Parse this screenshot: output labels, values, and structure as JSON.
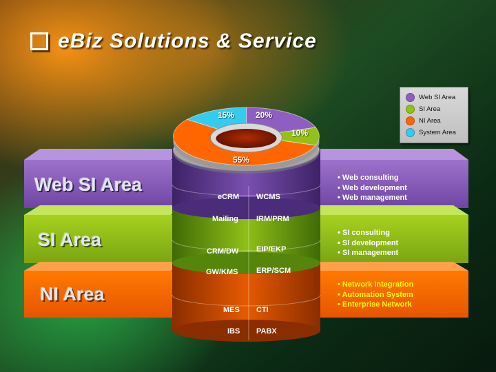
{
  "title": "eBiz Solutions & Service",
  "legend": {
    "items": [
      {
        "label": "Web SI Area",
        "color": "#8e5fc0"
      },
      {
        "label": "SI Area",
        "color": "#94c01a"
      },
      {
        "label": "NI Area",
        "color": "#ff6600"
      },
      {
        "label": "System Area",
        "color": "#33ccee"
      }
    ]
  },
  "chart_data": {
    "type": "pie",
    "categories": [
      "Web SI Area",
      "SI Area",
      "NI Area",
      "System Area"
    ],
    "values": [
      20,
      10,
      55,
      15
    ],
    "labels": [
      "20%",
      "10%",
      "55%",
      "15%"
    ]
  },
  "bands": [
    {
      "label": "Web SI Area",
      "color": "#8e5fc0",
      "bullets": [
        "• Web consulting",
        "• Web development",
        "• Web management"
      ],
      "bullet_color": "#ffffff"
    },
    {
      "label": "SI Area",
      "color": "#94c01a",
      "bullets": [
        "• SI consulting",
        "• SI development",
        "• SI management"
      ],
      "bullet_color": "#ffffff"
    },
    {
      "label": "NI Area",
      "color": "#ff6600",
      "bullets": [
        "• Network Integration",
        "• Automation System",
        "• Enterprise Network"
      ],
      "bullet_color": "#ffff00"
    }
  ],
  "cylinder": {
    "rows": [
      {
        "left": "eCRM",
        "right": "WCMS"
      },
      {
        "left": "Mailing",
        "right": "IRM/PRM"
      },
      {
        "left": "CRM/DW",
        "right": "EIP/EKP"
      },
      {
        "left": "GW/KMS",
        "right": "ERP/SCM"
      },
      {
        "left": "MES",
        "right": "CTI"
      },
      {
        "left": "IBS",
        "right": "PABX"
      }
    ]
  }
}
